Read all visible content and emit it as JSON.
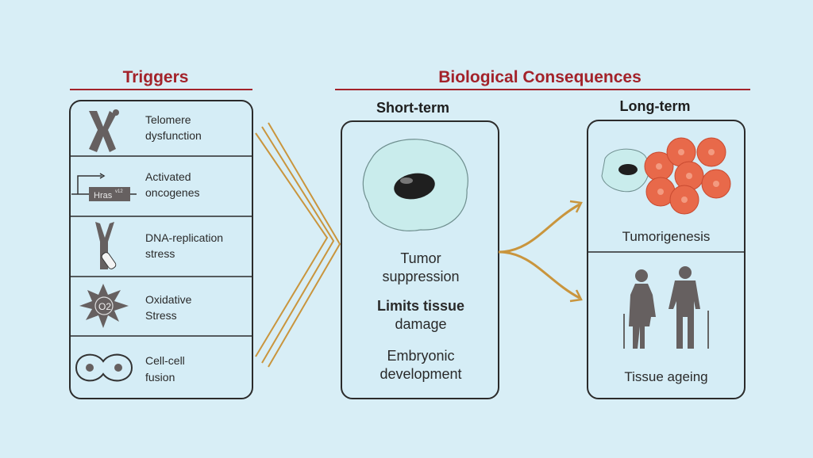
{
  "headings": {
    "triggers": "Triggers",
    "consequences": "Biological Consequences",
    "short_term": "Short-term",
    "long_term": "Long-term"
  },
  "triggers": [
    {
      "line1": "Telomere",
      "line2": "dysfunction",
      "icon": "chromosome-icon"
    },
    {
      "line1": "Activated",
      "line2": "oncogenes",
      "icon": "oncogene-hras-icon",
      "icon_text": "Hras",
      "icon_sup": "v12"
    },
    {
      "line1": "DNA-replication",
      "line2": "stress",
      "icon": "dna-fork-icon"
    },
    {
      "line1": "Oxidative",
      "line2": "Stress",
      "icon": "oxygen-radical-icon",
      "icon_text": "O2",
      "icon_sup": "-"
    },
    {
      "line1": "Cell-cell",
      "line2": "fusion",
      "icon": "cell-fusion-icon"
    }
  ],
  "short_term": [
    {
      "line1": "Tumor",
      "line2": "suppression"
    },
    {
      "line1": "Limits tissue",
      "line2": "damage"
    },
    {
      "line1": "Embryonic",
      "line2": "development"
    }
  ],
  "long_term": [
    {
      "label": "Tumorigenesis",
      "icon": "tumor-cells-icon"
    },
    {
      "label": "Tissue ageing",
      "icon": "elderly-couple-icon"
    }
  ],
  "colors": {
    "background": "#d8eef6",
    "heading": "#a3222a",
    "arrow": "#c9953d",
    "tumor": "#e8694a"
  }
}
